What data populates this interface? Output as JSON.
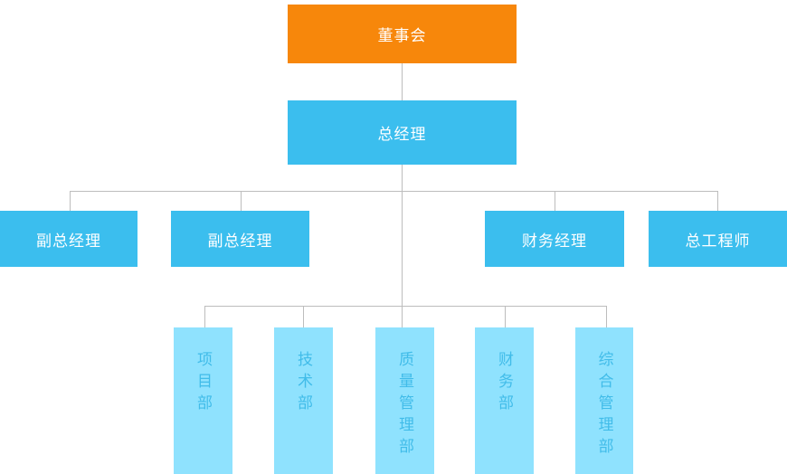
{
  "org_chart": {
    "nodes": {
      "board": {
        "label": "董事会"
      },
      "general_manager": {
        "label": "总经理"
      },
      "managers": [
        {
          "label": "副总经理"
        },
        {
          "label": "副总经理"
        },
        {
          "label": "财务经理"
        },
        {
          "label": "总工程师"
        }
      ],
      "departments": [
        {
          "label": "项目部"
        },
        {
          "label": "技术部"
        },
        {
          "label": "质量管理部"
        },
        {
          "label": "财务部"
        },
        {
          "label": "综合管理部"
        }
      ]
    },
    "colors": {
      "board_bg": "#F7870B",
      "manager_bg": "#3BBEEE",
      "department_bg": "#8FE2FE",
      "department_text": "#41BCE9",
      "node_text": "#FFFFFF",
      "connector_line": "#BDBDBD"
    }
  }
}
